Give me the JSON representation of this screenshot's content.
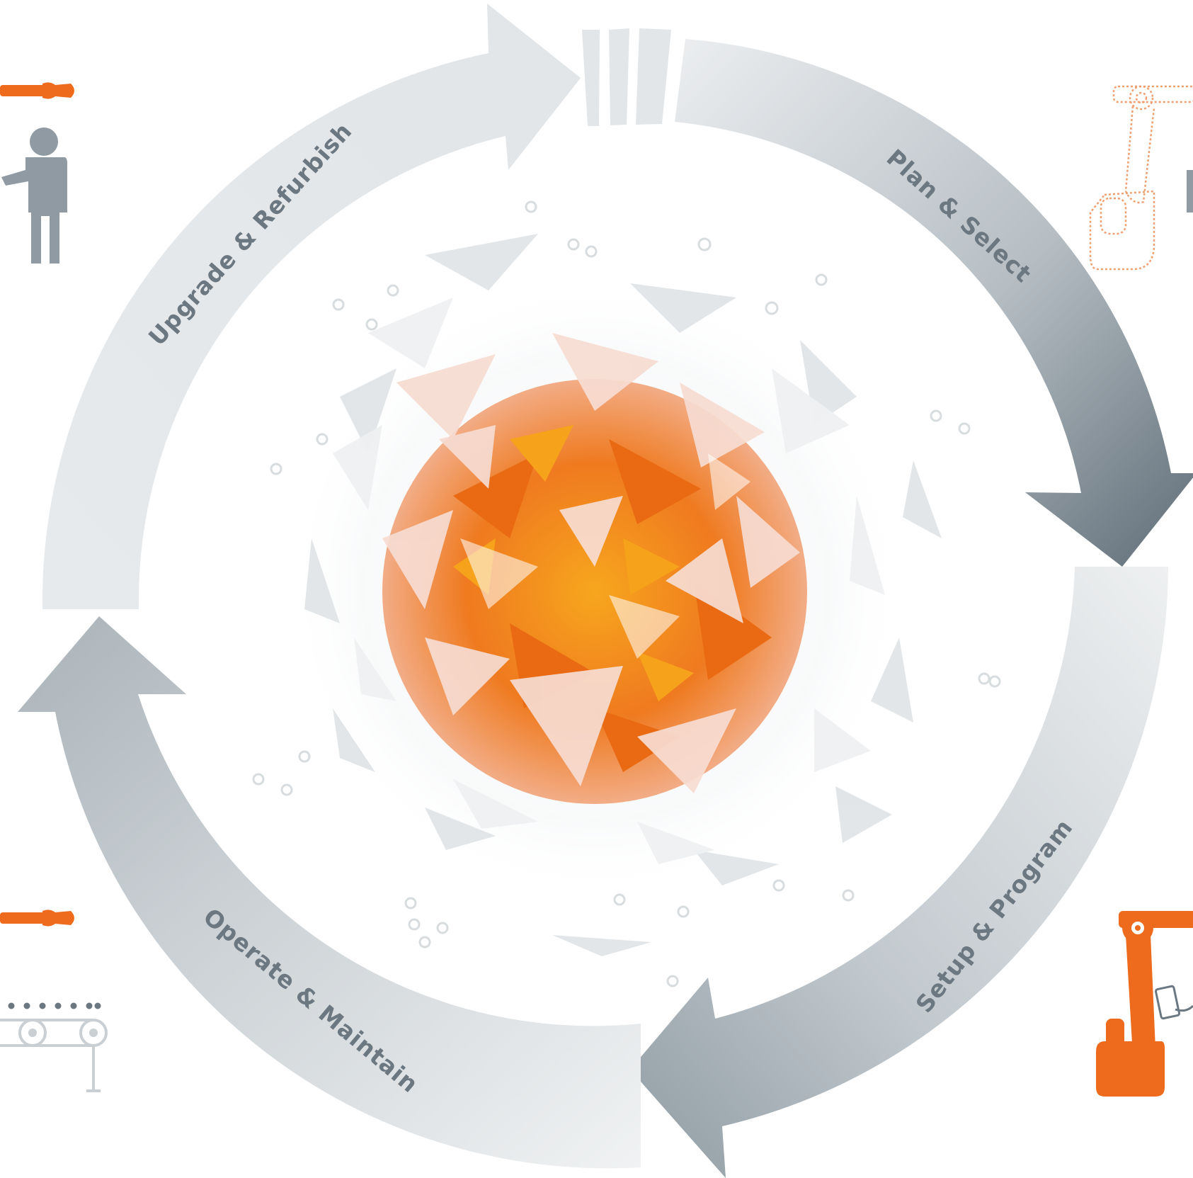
{
  "diagram": {
    "stages": [
      {
        "id": "plan",
        "label": "Plan & Select"
      },
      {
        "id": "setup",
        "label": "Setup & Program"
      },
      {
        "id": "operate",
        "label": "Operate & Maintain"
      },
      {
        "id": "upgrade",
        "label": "Upgrade & Refurbish"
      }
    ]
  },
  "colors": {
    "accent_orange": "#ee6b1e",
    "accent_yellow": "#f5a31a",
    "arrow_light": "#e6e9eb",
    "arrow_dark": "#6e7c86",
    "label_gray": "#6b7781",
    "icon_gray": "#8f9aa2"
  },
  "icons": {
    "top_left": [
      "person-operator-icon",
      "robot-arm-tool-icon"
    ],
    "top_right": [
      "robot-outline-icon"
    ],
    "bottom_left": [
      "conveyor-icon",
      "robot-arm-tool-icon"
    ],
    "bottom_right": [
      "robot-with-teach-pendant-icon"
    ],
    "center": "faceted-sphere-graphic"
  }
}
